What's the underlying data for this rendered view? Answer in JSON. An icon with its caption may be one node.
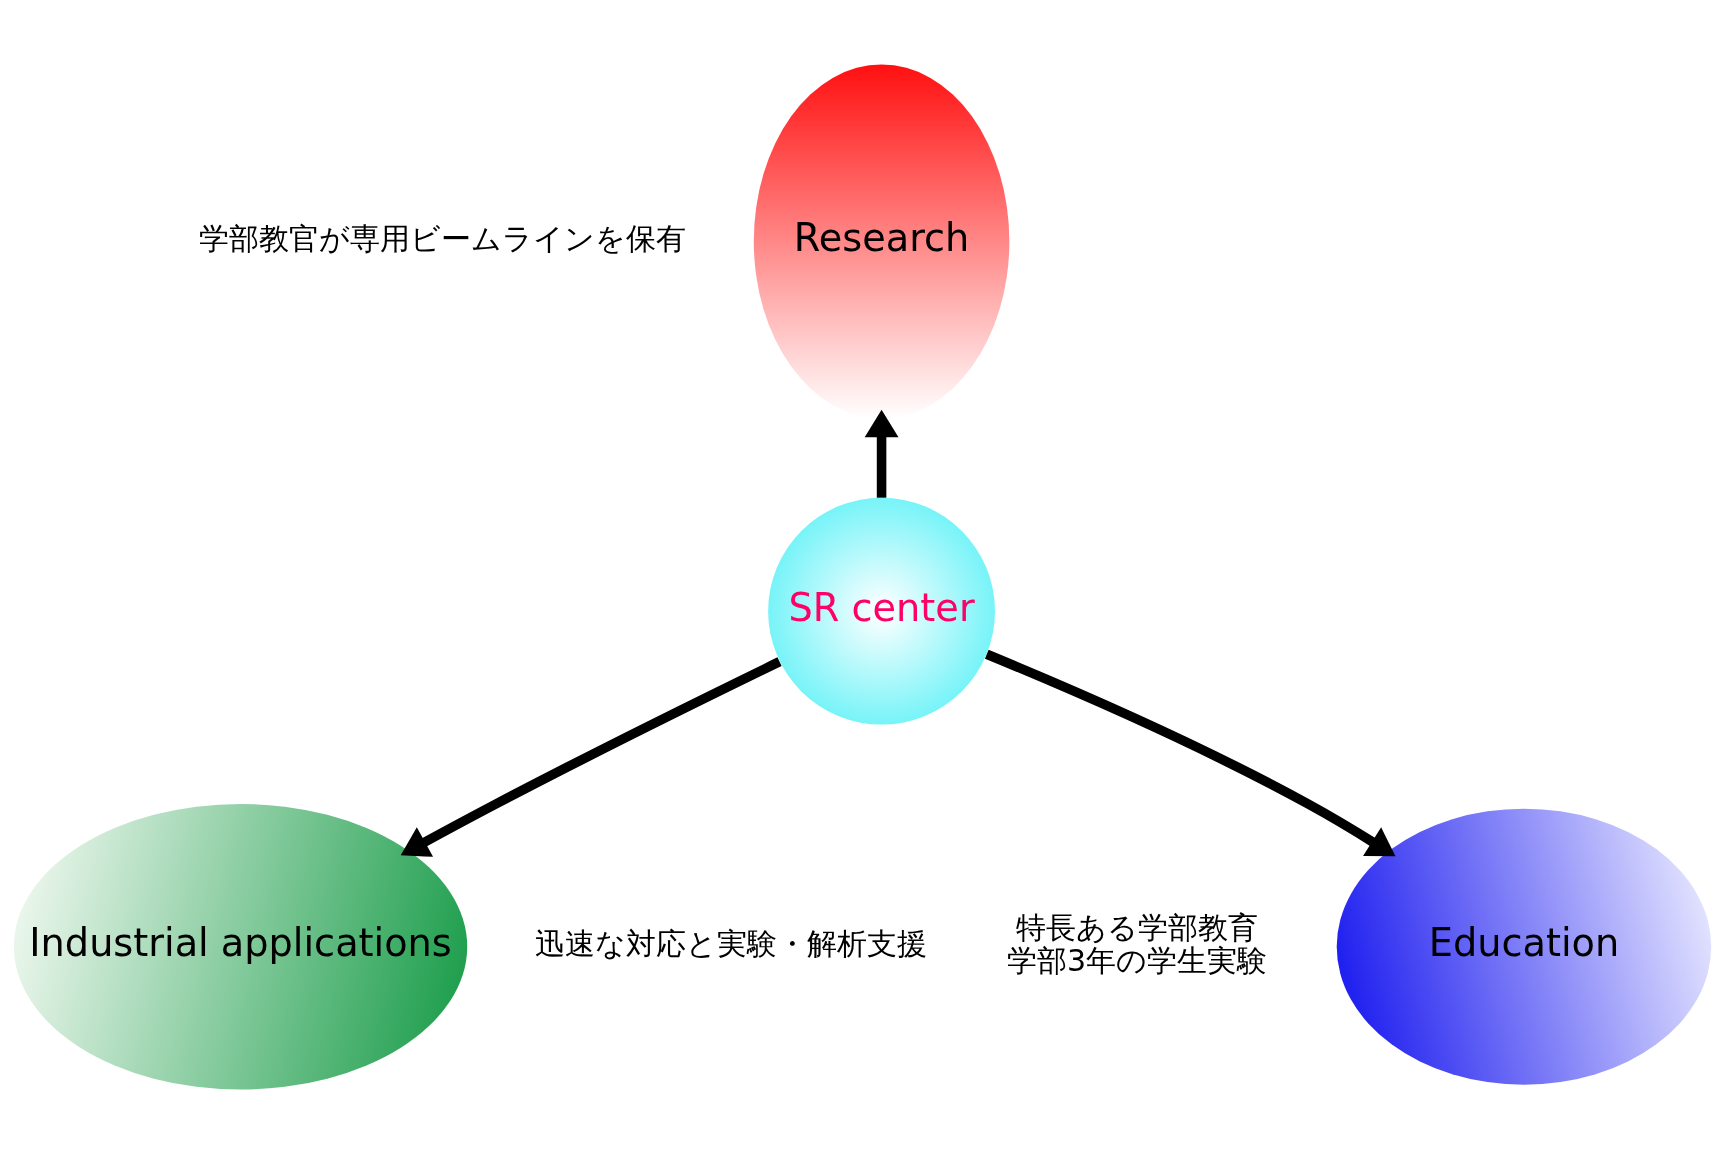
{
  "diagram": {
    "nodes": [
      {
        "text": [
          "Research"
        ],
        "beside": [
          "学部教官が専用ビームラインを保有"
        ]
      },
      {
        "text": [
          "SR center"
        ]
      },
      {
        "text": [
          "Education"
        ],
        "beside": [
          "特長ある学部教育",
          "学部3年の学生実験"
        ]
      },
      {
        "text": [
          "Industrial applications"
        ],
        "beside": [
          "迅速な対応と実験・解析支援"
        ]
      }
    ],
    "edges": [
      {
        "from": 1,
        "to": 0,
        "arrow": "to"
      },
      {
        "from": 1,
        "to": 2,
        "arrow": "to"
      },
      {
        "from": 1,
        "to": 3,
        "arrow": "to"
      }
    ]
  }
}
